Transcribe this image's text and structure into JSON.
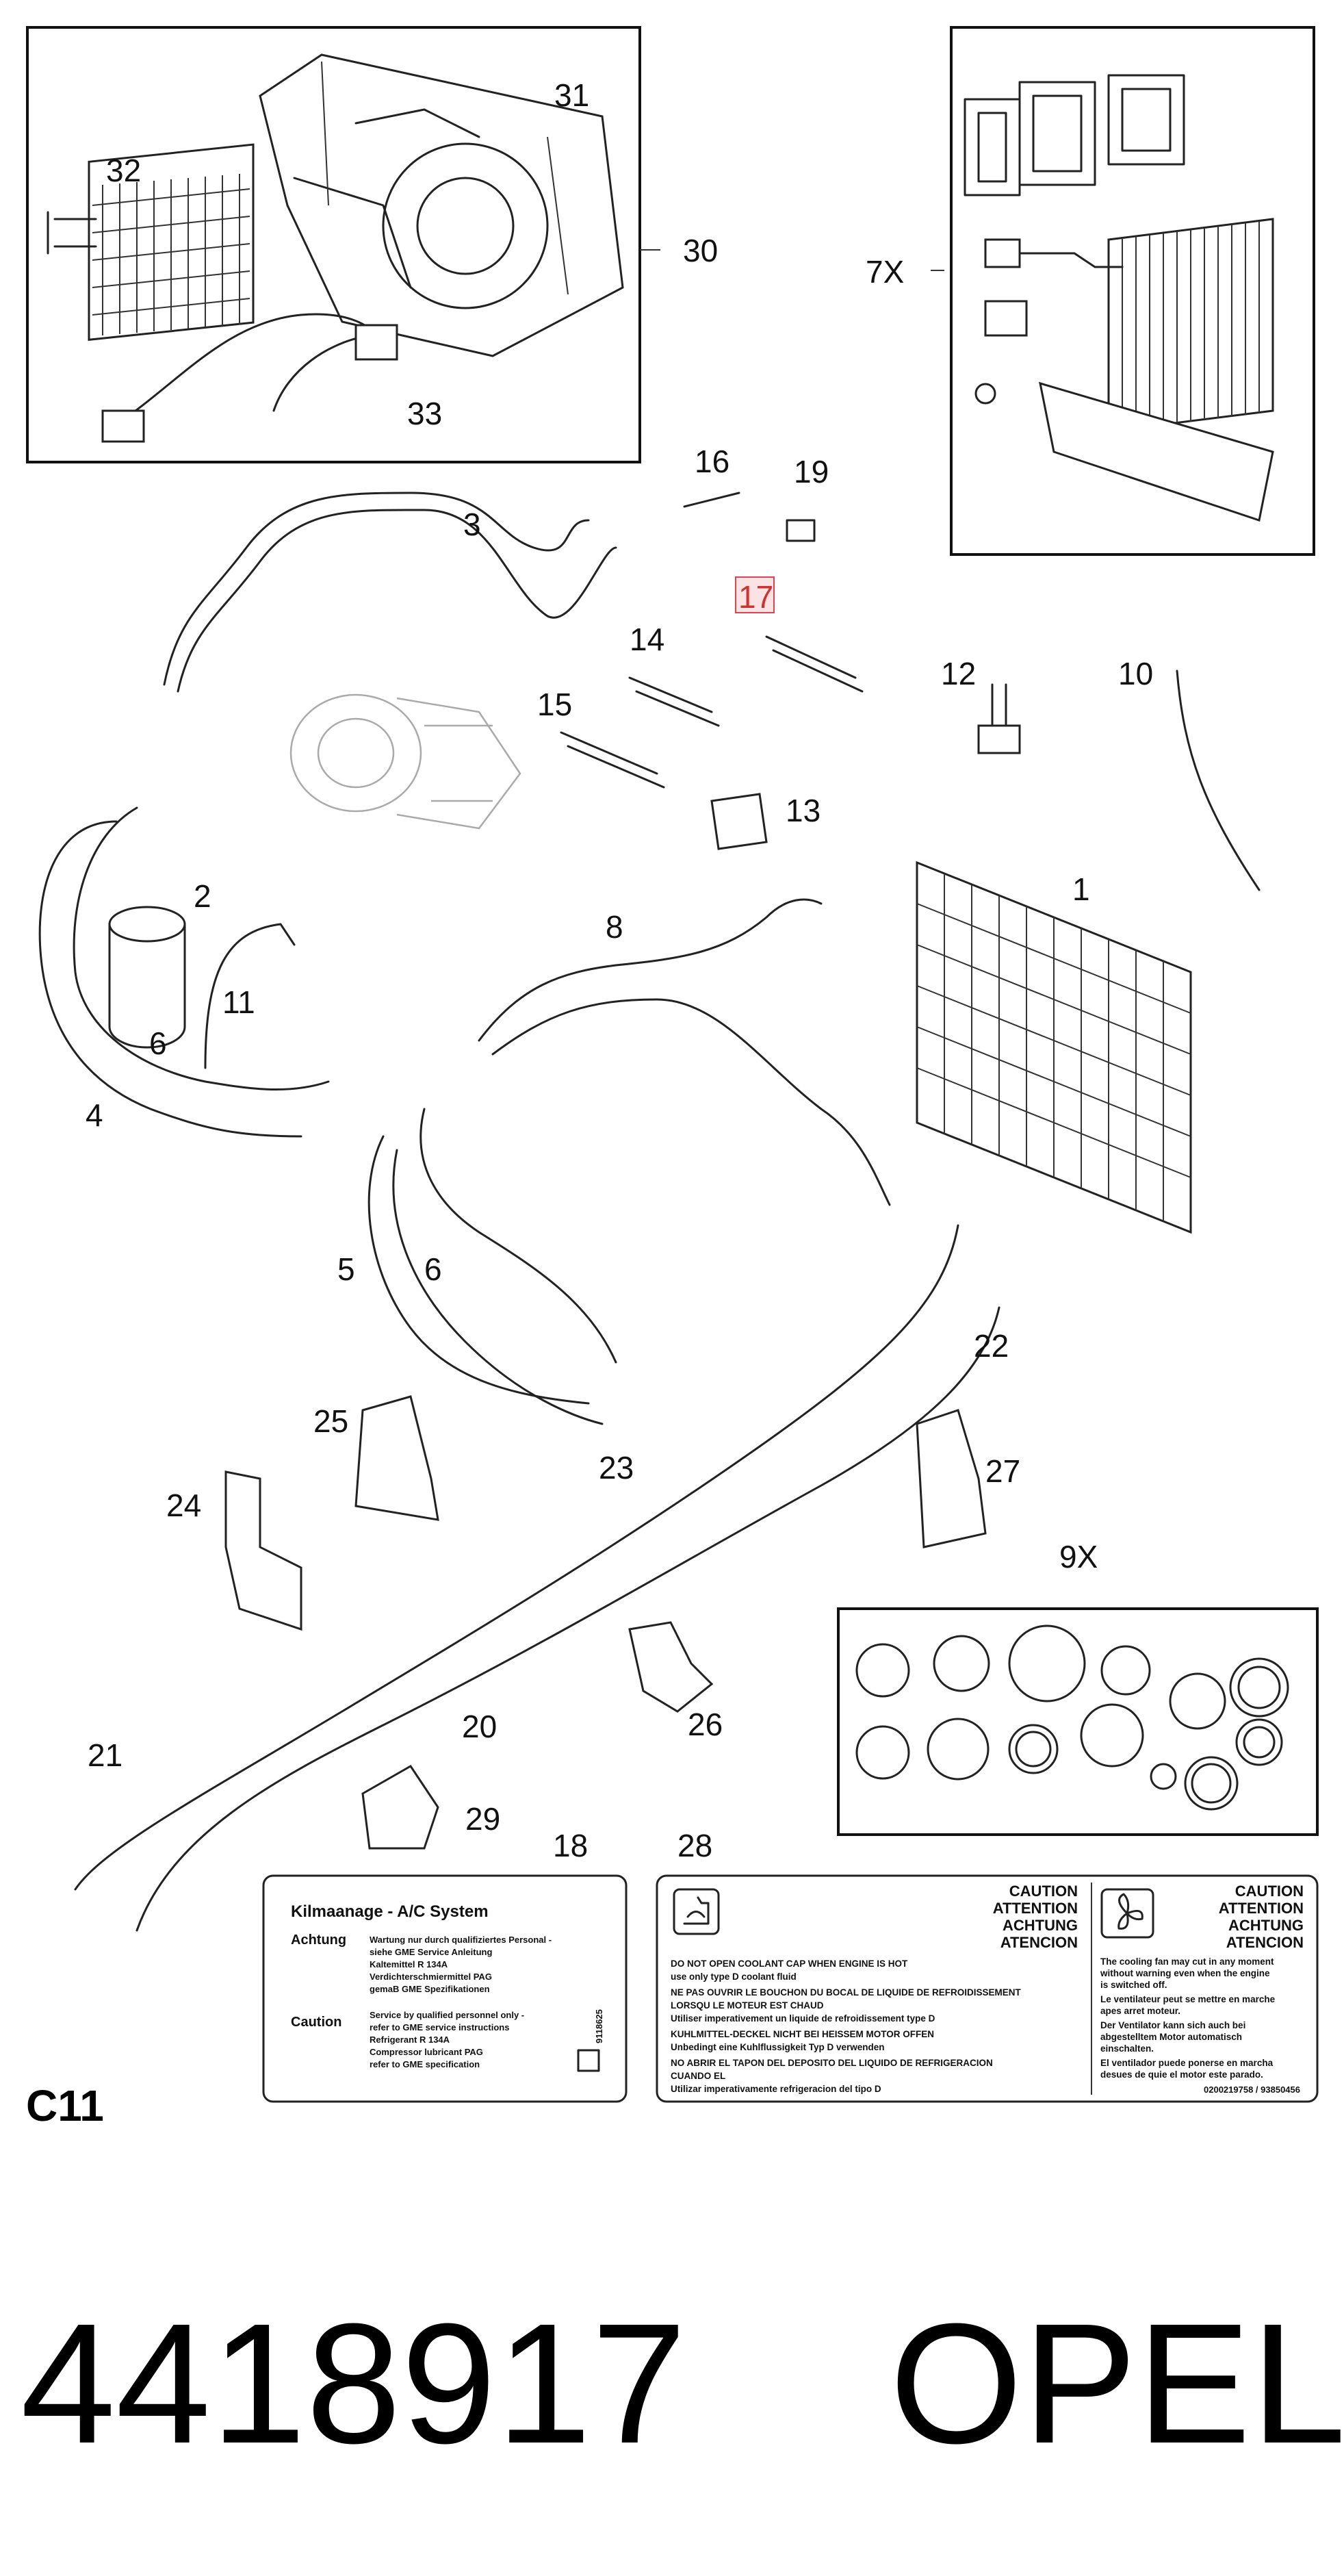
{
  "callouts": {
    "p1": "1",
    "p2": "2",
    "p3": "3",
    "p4": "4",
    "p5": "5",
    "p6a": "6",
    "p6b": "6",
    "p7": "7X",
    "p8": "8",
    "p9": "9X",
    "p10": "10",
    "p11": "11",
    "p12": "12",
    "p13": "13",
    "p14": "14",
    "p15": "15",
    "p16": "16",
    "p17": "17",
    "p18": "18",
    "p19": "19",
    "p20": "20",
    "p21": "21",
    "p22": "22",
    "p23": "23",
    "p24": "24",
    "p25": "25",
    "p26": "26",
    "p27": "27",
    "p28": "28",
    "p29": "29",
    "p30": "30",
    "p31": "31",
    "p32": "32",
    "p33": "33"
  },
  "highlighted_callout": "17",
  "label18": {
    "title": "Kilmaanage - A/C System",
    "achtung_head": "Achtung",
    "achtung_lines": [
      "Wartung nur durch qualifiziertes Personal -",
      "siehe GME Service Anleitung",
      "Kaltemittel R 134A",
      "Verdichterschmiermittel PAG",
      "gemaB GME Spezifikationen"
    ],
    "caution_head": "Caution",
    "caution_lines": [
      "Service by qualified personnel only -",
      "refer to GME service instructions",
      "Refrigerant R 134A",
      "Compressor lubricant PAG",
      "refer to GME specification"
    ],
    "code": "9118625"
  },
  "label28": {
    "heads": [
      "CAUTION",
      "ATTENTION",
      "ACHTUNG",
      "ATENCION"
    ],
    "left_lines": [
      "DO NOT OPEN COOLANT CAP WHEN ENGINE IS HOT",
      "use only type D coolant fluid",
      "NE PAS OUVRIR LE BOUCHON DU BOCAL DE LIQUIDE DE REFROIDISSEMENT",
      "LORSQU LE MOTEUR EST CHAUD",
      "Utiliser imperativement un liquide de refroidissement type D",
      "KUHLMITTEL-DECKEL NICHT BEI HEISSEM MOTOR OFFEN",
      "Unbedingt eine Kuhlflussigkeit Typ D verwenden",
      "NO ABRIR EL TAPON DEL DEPOSITO DEL LIQUIDO DE REFRIGERACION",
      "CUANDO EL",
      "Utilizar imperativamente refrigeracion del tipo D"
    ],
    "right_lines": [
      "The cooling fan may cut in any moment",
      "without warning even when the engine",
      "is switched off.",
      "Le ventilateur peut se mettre en marche",
      "apes arret moteur.",
      "Der Ventilator kann sich auch bei",
      "abgestelltem Motor automatisch",
      "einschalten.",
      "El ventilador puede ponerse en marcha",
      "desues de quie el motor este parado."
    ],
    "code": "0200219758 / 93850456"
  },
  "page_tag": "C11",
  "footer": {
    "part_number": "4418917",
    "brand": "OPEL"
  }
}
